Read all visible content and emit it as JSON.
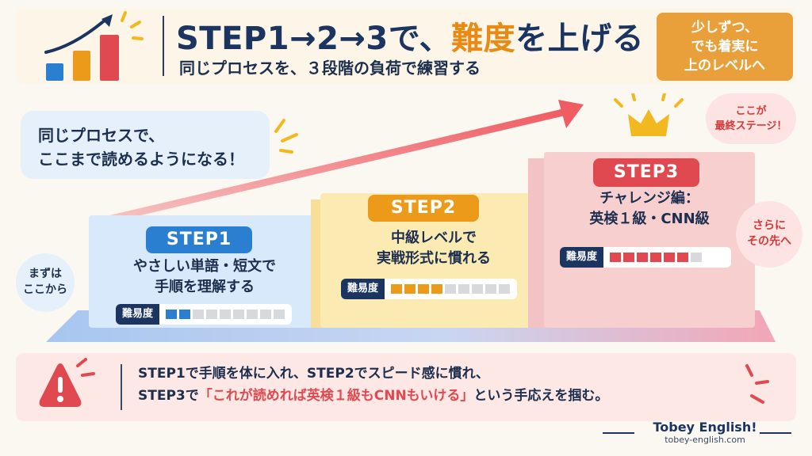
{
  "header": {
    "title_main": "STEP1→2→3で、",
    "title_accent": "難度",
    "title_tail": "を上げる",
    "subtitle": "同じプロセスを、３段階の負荷で練習する",
    "badge_lines": [
      "少しずつ、",
      "でも着実に",
      "上のレベルへ"
    ]
  },
  "callout": {
    "lines": [
      "同じプロセスで、",
      "ここまで読めるようになる！"
    ]
  },
  "steps": [
    {
      "label": "STEP1",
      "desc": [
        "やさしい単語・短文で",
        "手順を理解する"
      ],
      "difficulty_label": "難易度",
      "level": 2,
      "max": 9,
      "color": "#2a7fd0"
    },
    {
      "label": "STEP2",
      "desc": [
        "中級レベルで",
        "実戦形式に慣れる"
      ],
      "difficulty_label": "難易度",
      "level": 4,
      "max": 9,
      "color": "#ec9a1a"
    },
    {
      "label": "STEP3",
      "desc": [
        "チャレンジ編：",
        "英検１級・CNN級"
      ],
      "difficulty_label": "難易度",
      "level": 6,
      "max": 7,
      "color": "#e0494f"
    }
  ],
  "bubbles": {
    "left": [
      "まずは",
      "ここから"
    ],
    "right": [
      "さらに",
      "その先へ"
    ],
    "top": [
      "ここが",
      "最終ステージ！"
    ]
  },
  "note": {
    "line1": "STEP1で手順を体に入れ、STEP2でスピード感に慣れ、",
    "line2_pre": "STEP3で",
    "line2_red": "「これが読めれば英検１級もCNNもいける」",
    "line2_post": "という手応えを掴む。"
  },
  "brand": {
    "name": "Tobey English!",
    "url": "tobey-english.com"
  },
  "colors": {
    "navy": "#1b3560",
    "orange": "#ec9a1a",
    "blue": "#2a7fd0",
    "red": "#e0494f"
  }
}
